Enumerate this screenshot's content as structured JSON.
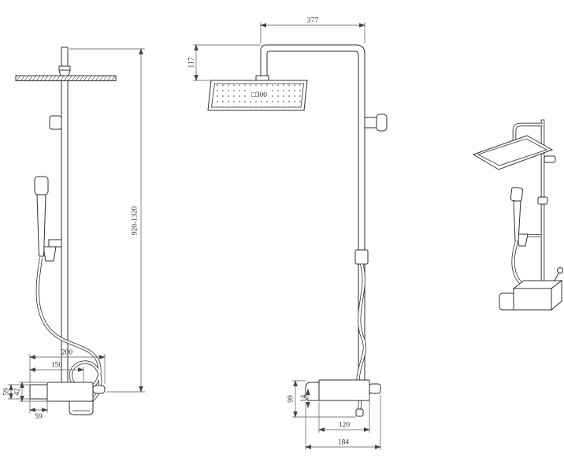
{
  "page": {
    "background_color": "#ffffff",
    "line_color": "#2f2f2f",
    "dim_color": "#555555"
  },
  "drawing": {
    "type": "technical-orthographic-drawing",
    "front_view": {
      "dim_overall_height": "920-1320",
      "dim_mixer_total_width": "200",
      "dim_mixer_body_width": "150",
      "dim_flange_height": "59",
      "dim_body_height": "42",
      "dim_flange_width": "59"
    },
    "side_view": {
      "dim_arm_projection": "377",
      "dim_head_drop": "117",
      "head_size_label": "□300",
      "dim_mixer_height": "99",
      "dim_spout_lip": "14",
      "dim_body_depth": "120",
      "dim_total_depth": "184"
    }
  }
}
